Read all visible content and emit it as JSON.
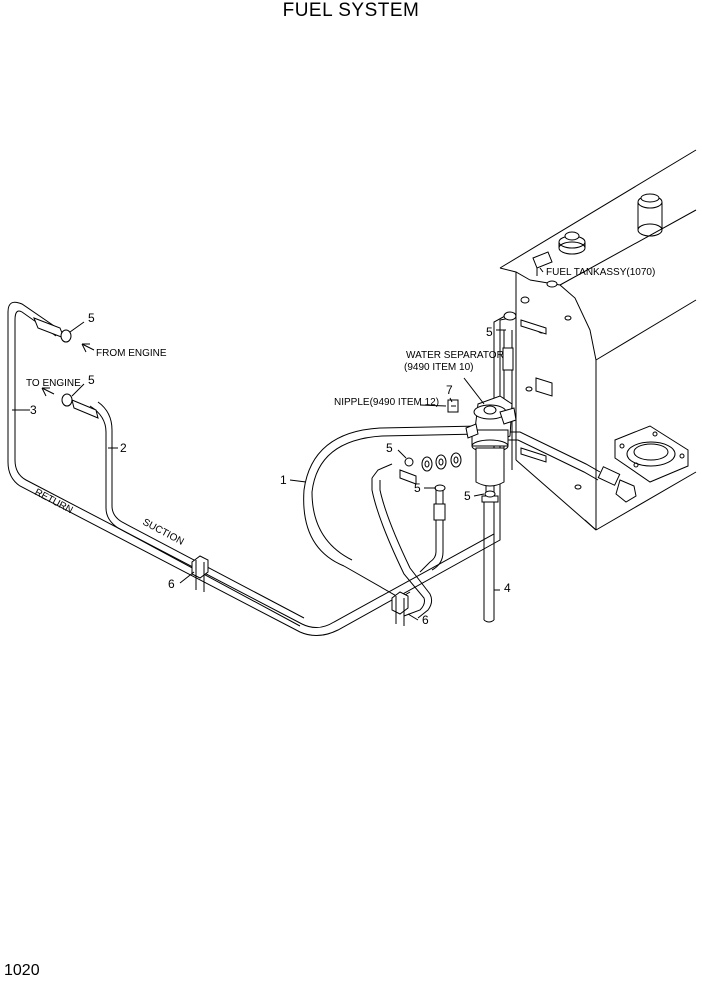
{
  "title": "FUEL SYSTEM",
  "page_number": "1020",
  "labels": {
    "fuel_tank": "FUEL TANKASSY(1070)",
    "water_separator_1": "WATER SEPARATOR",
    "water_separator_2": "(9490 ITEM 10)",
    "nipple": "NIPPLE(9490 ITEM 12)",
    "from_engine": "FROM ENGINE",
    "to_engine": "TO ENGINE",
    "return": "RETURN",
    "suction": "SUCTION"
  },
  "callouts": {
    "c1": "1",
    "c2": "2",
    "c3": "3",
    "c4": "4",
    "c5a": "5",
    "c5b": "5",
    "c5c": "5",
    "c5d": "5",
    "c5e": "5",
    "c5f": "5",
    "c6a": "6",
    "c6b": "6",
    "c7": "7"
  }
}
